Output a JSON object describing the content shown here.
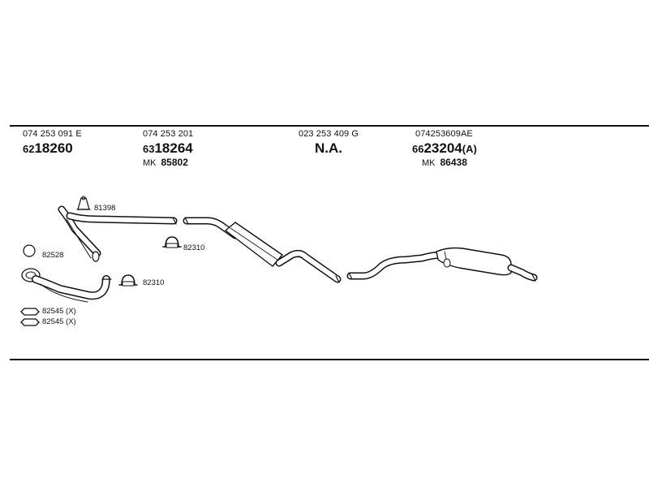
{
  "parts": [
    {
      "oem": "074 253 091 E",
      "num_prefix": "62",
      "num_main": "18260",
      "num_suffix": "",
      "mk_prefix": "",
      "mk_num": ""
    },
    {
      "oem": "074 253 201",
      "num_prefix": "63",
      "num_main": "18264",
      "num_suffix": "",
      "mk_prefix": "MK",
      "mk_num": "85802"
    },
    {
      "oem": "023 253 409 G",
      "num_prefix": "",
      "num_main": "N.A.",
      "num_suffix": "",
      "mk_prefix": "",
      "mk_num": ""
    },
    {
      "oem": "074253609AE",
      "num_prefix": "66",
      "num_main": "23204",
      "num_suffix": "(A)",
      "mk_prefix": "MK",
      "mk_num": "86438"
    }
  ],
  "labels": {
    "hanger": "81398",
    "clamp_right": "82310",
    "gasket": "82528",
    "clamp_left": "82310",
    "bracket_1": "82545 (X)",
    "bracket_2": "82545 (X)"
  }
}
